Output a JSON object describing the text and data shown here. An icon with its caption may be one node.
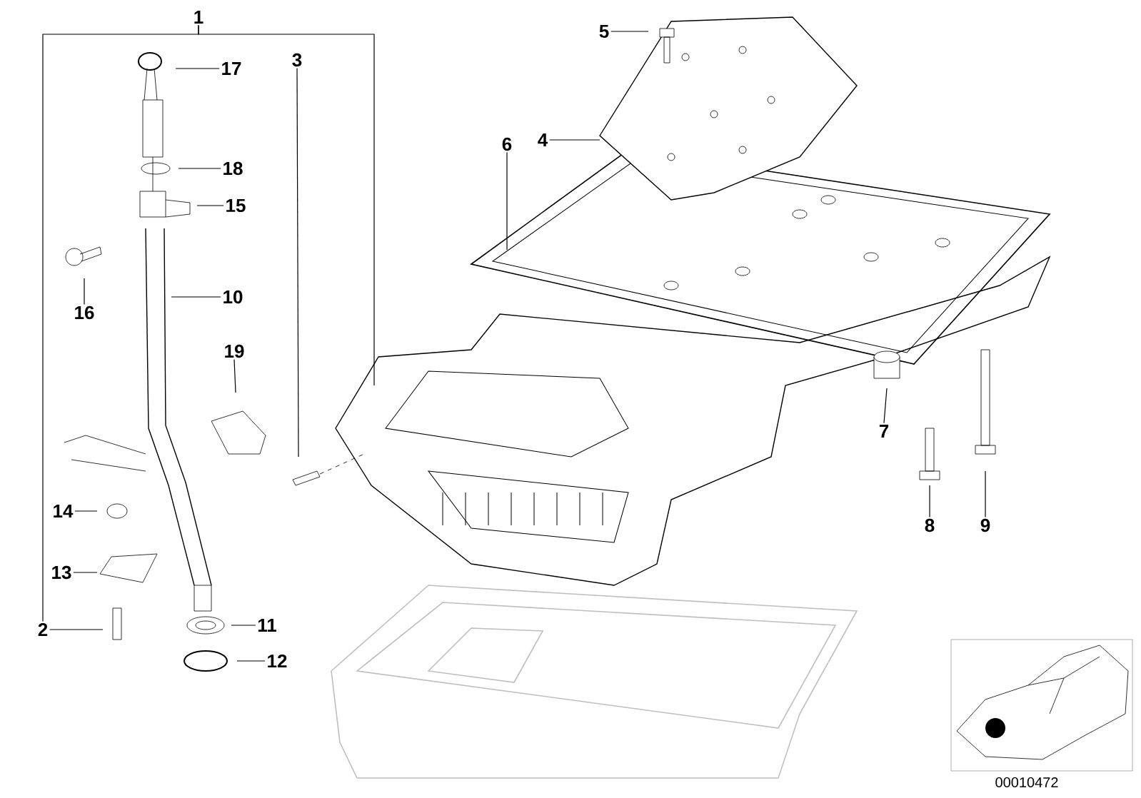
{
  "diagram": {
    "nodes": [
      {
        "text": [
          "1"
        ]
      },
      {
        "text": [
          "5"
        ]
      },
      {
        "text": [
          "3"
        ]
      },
      {
        "text": [
          "17"
        ]
      },
      {
        "text": [
          "4"
        ]
      },
      {
        "text": [
          "6"
        ]
      },
      {
        "text": [
          "18"
        ]
      },
      {
        "text": [
          "15"
        ]
      },
      {
        "text": [
          "10"
        ]
      },
      {
        "text": [
          "16"
        ]
      },
      {
        "text": [
          "19"
        ]
      },
      {
        "text": [
          "7"
        ]
      },
      {
        "text": [
          "14"
        ]
      },
      {
        "text": [
          "8"
        ]
      },
      {
        "text": [
          "9"
        ]
      },
      {
        "text": [
          "13"
        ]
      },
      {
        "text": [
          "11"
        ]
      },
      {
        "text": [
          "2"
        ]
      },
      {
        "text": [
          "12"
        ]
      }
    ],
    "edges": [
      {
        "from": 0,
        "to": 17,
        "arrow": "none"
      },
      {
        "from": 0,
        "to": null,
        "arrow": "none"
      },
      {
        "from": 1,
        "to": null,
        "arrow": "none"
      },
      {
        "from": 2,
        "to": null,
        "arrow": "none"
      },
      {
        "from": 3,
        "to": null,
        "arrow": "none"
      },
      {
        "from": 4,
        "to": null,
        "arrow": "none"
      },
      {
        "from": 5,
        "to": null,
        "arrow": "none"
      },
      {
        "from": 6,
        "to": null,
        "arrow": "none"
      },
      {
        "from": 7,
        "to": null,
        "arrow": "none"
      },
      {
        "from": 8,
        "to": null,
        "arrow": "none"
      },
      {
        "from": 9,
        "to": null,
        "arrow": "none"
      },
      {
        "from": 10,
        "to": null,
        "arrow": "none"
      },
      {
        "from": 11,
        "to": null,
        "arrow": "none"
      },
      {
        "from": 12,
        "to": null,
        "arrow": "none"
      },
      {
        "from": 13,
        "to": null,
        "arrow": "none"
      },
      {
        "from": 14,
        "to": null,
        "arrow": "none"
      },
      {
        "from": 15,
        "to": null,
        "arrow": "none"
      },
      {
        "from": 16,
        "to": null,
        "arrow": "none"
      },
      {
        "from": 17,
        "to": null,
        "arrow": "none"
      },
      {
        "from": 18,
        "to": null,
        "arrow": "none"
      }
    ],
    "labels": [
      "00010472"
    ]
  }
}
